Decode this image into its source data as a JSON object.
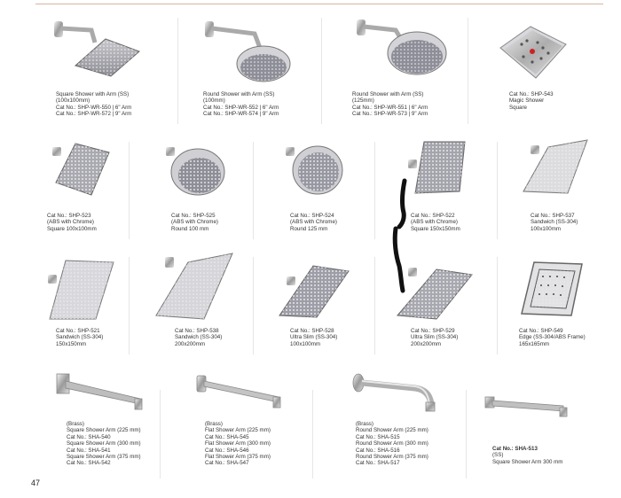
{
  "page": {
    "number": "47"
  },
  "products": [
    {
      "id": "sq-arm",
      "lines": [
        "Square Shower with Arm (SS)",
        "(100x100mm)",
        "Cat No.: SHP-WR-550 | 6\" Arm",
        "Cat No.: SHP-WR-572 | 9\" Arm"
      ]
    },
    {
      "id": "rd100-arm",
      "lines": [
        "Round Shower with Arm (SS)",
        "(100mm)",
        "Cat No.: SHP-WR-552 | 6\" Arm",
        "Cat No.: SHP-WR-574 | 9\" Arm"
      ]
    },
    {
      "id": "rd125-arm",
      "lines": [
        "Round Shower with Arm (SS)",
        "(125mm)",
        "Cat No.: SHP-WR-551 | 6\" Arm",
        "Cat No.: SHP-WR-573 | 9\" Arm"
      ]
    },
    {
      "id": "magic",
      "lines": [
        "Cat No.: SHP-543",
        "Magic Shower",
        "Square"
      ]
    },
    {
      "id": "shp523",
      "lines": [
        "Cat No.: SHP-523",
        "(ABS with Chrome)",
        "Square 100x100mm"
      ]
    },
    {
      "id": "shp525",
      "lines": [
        "Cat No.: SHP-525",
        "(ABS with Chrome)",
        "Round 100 mm"
      ]
    },
    {
      "id": "shp524",
      "lines": [
        "Cat No.: SHP-524",
        "(ABS with Chrome)",
        "Round 125 mm"
      ]
    },
    {
      "id": "shp522",
      "lines": [
        "Cat No.: SHP-522",
        "(ABS with Chrome)",
        "Square 150x150mm"
      ]
    },
    {
      "id": "shp537",
      "lines": [
        "Cat No.: SHP-537",
        "Sandwich (SS-304)",
        "100x100mm"
      ]
    },
    {
      "id": "shp521",
      "lines": [
        "Cat No.: SHP-521",
        "Sandwich (SS-304)",
        "150x150mm"
      ]
    },
    {
      "id": "shp538",
      "lines": [
        "Cat No.: SHP-538",
        "Sandwich (SS-304)",
        "200x200mm"
      ]
    },
    {
      "id": "shp528",
      "lines": [
        "Cat No.: SHP-528",
        "Ultra Slim (SS-304)",
        "100x100mm"
      ]
    },
    {
      "id": "shp529",
      "lines": [
        "Cat No.: SHP-529",
        "Ultra Slim (SS-304)",
        "200x200mm"
      ]
    },
    {
      "id": "shp549",
      "lines": [
        "Cat No.: SHP-549",
        "Edge (SS-304/ABS Frame)",
        "165x165mm"
      ]
    },
    {
      "id": "sq-arm-brass",
      "lines": [
        "(Brass)",
        "Square Shower Arm (225 mm)",
        "Cat No.: SHA-540",
        "Square Shower Arm (300 mm)",
        "Cat No.: SHA-541",
        "Square Shower Arm (375 mm)",
        "Cat No.: SHA-542"
      ]
    },
    {
      "id": "flat-arm-brass",
      "lines": [
        "(Brass)",
        "Flat Shower Arm (225 mm)",
        "Cat No.: SHA-545",
        "Flat Shower Arm (300 mm)",
        "Cat No.: SHA-546",
        "Flat Shower Arm (375 mm)",
        "Cat No.: SHA-547"
      ]
    },
    {
      "id": "rd-arm-brass",
      "lines": [
        "(Brass)",
        "Round Shower Arm (225 mm)",
        "Cat No.: SHA-515",
        "Round Shower Arm (300 mm)",
        "Cat No.: SHA-516",
        "Round Shower Arm (375 mm)",
        "Cat No.: SHA-517"
      ]
    },
    {
      "id": "sha513",
      "lines": [
        "Cat No.: SHA-513",
        "(SS)",
        "Square Shower Arm 300 mm"
      ]
    }
  ]
}
